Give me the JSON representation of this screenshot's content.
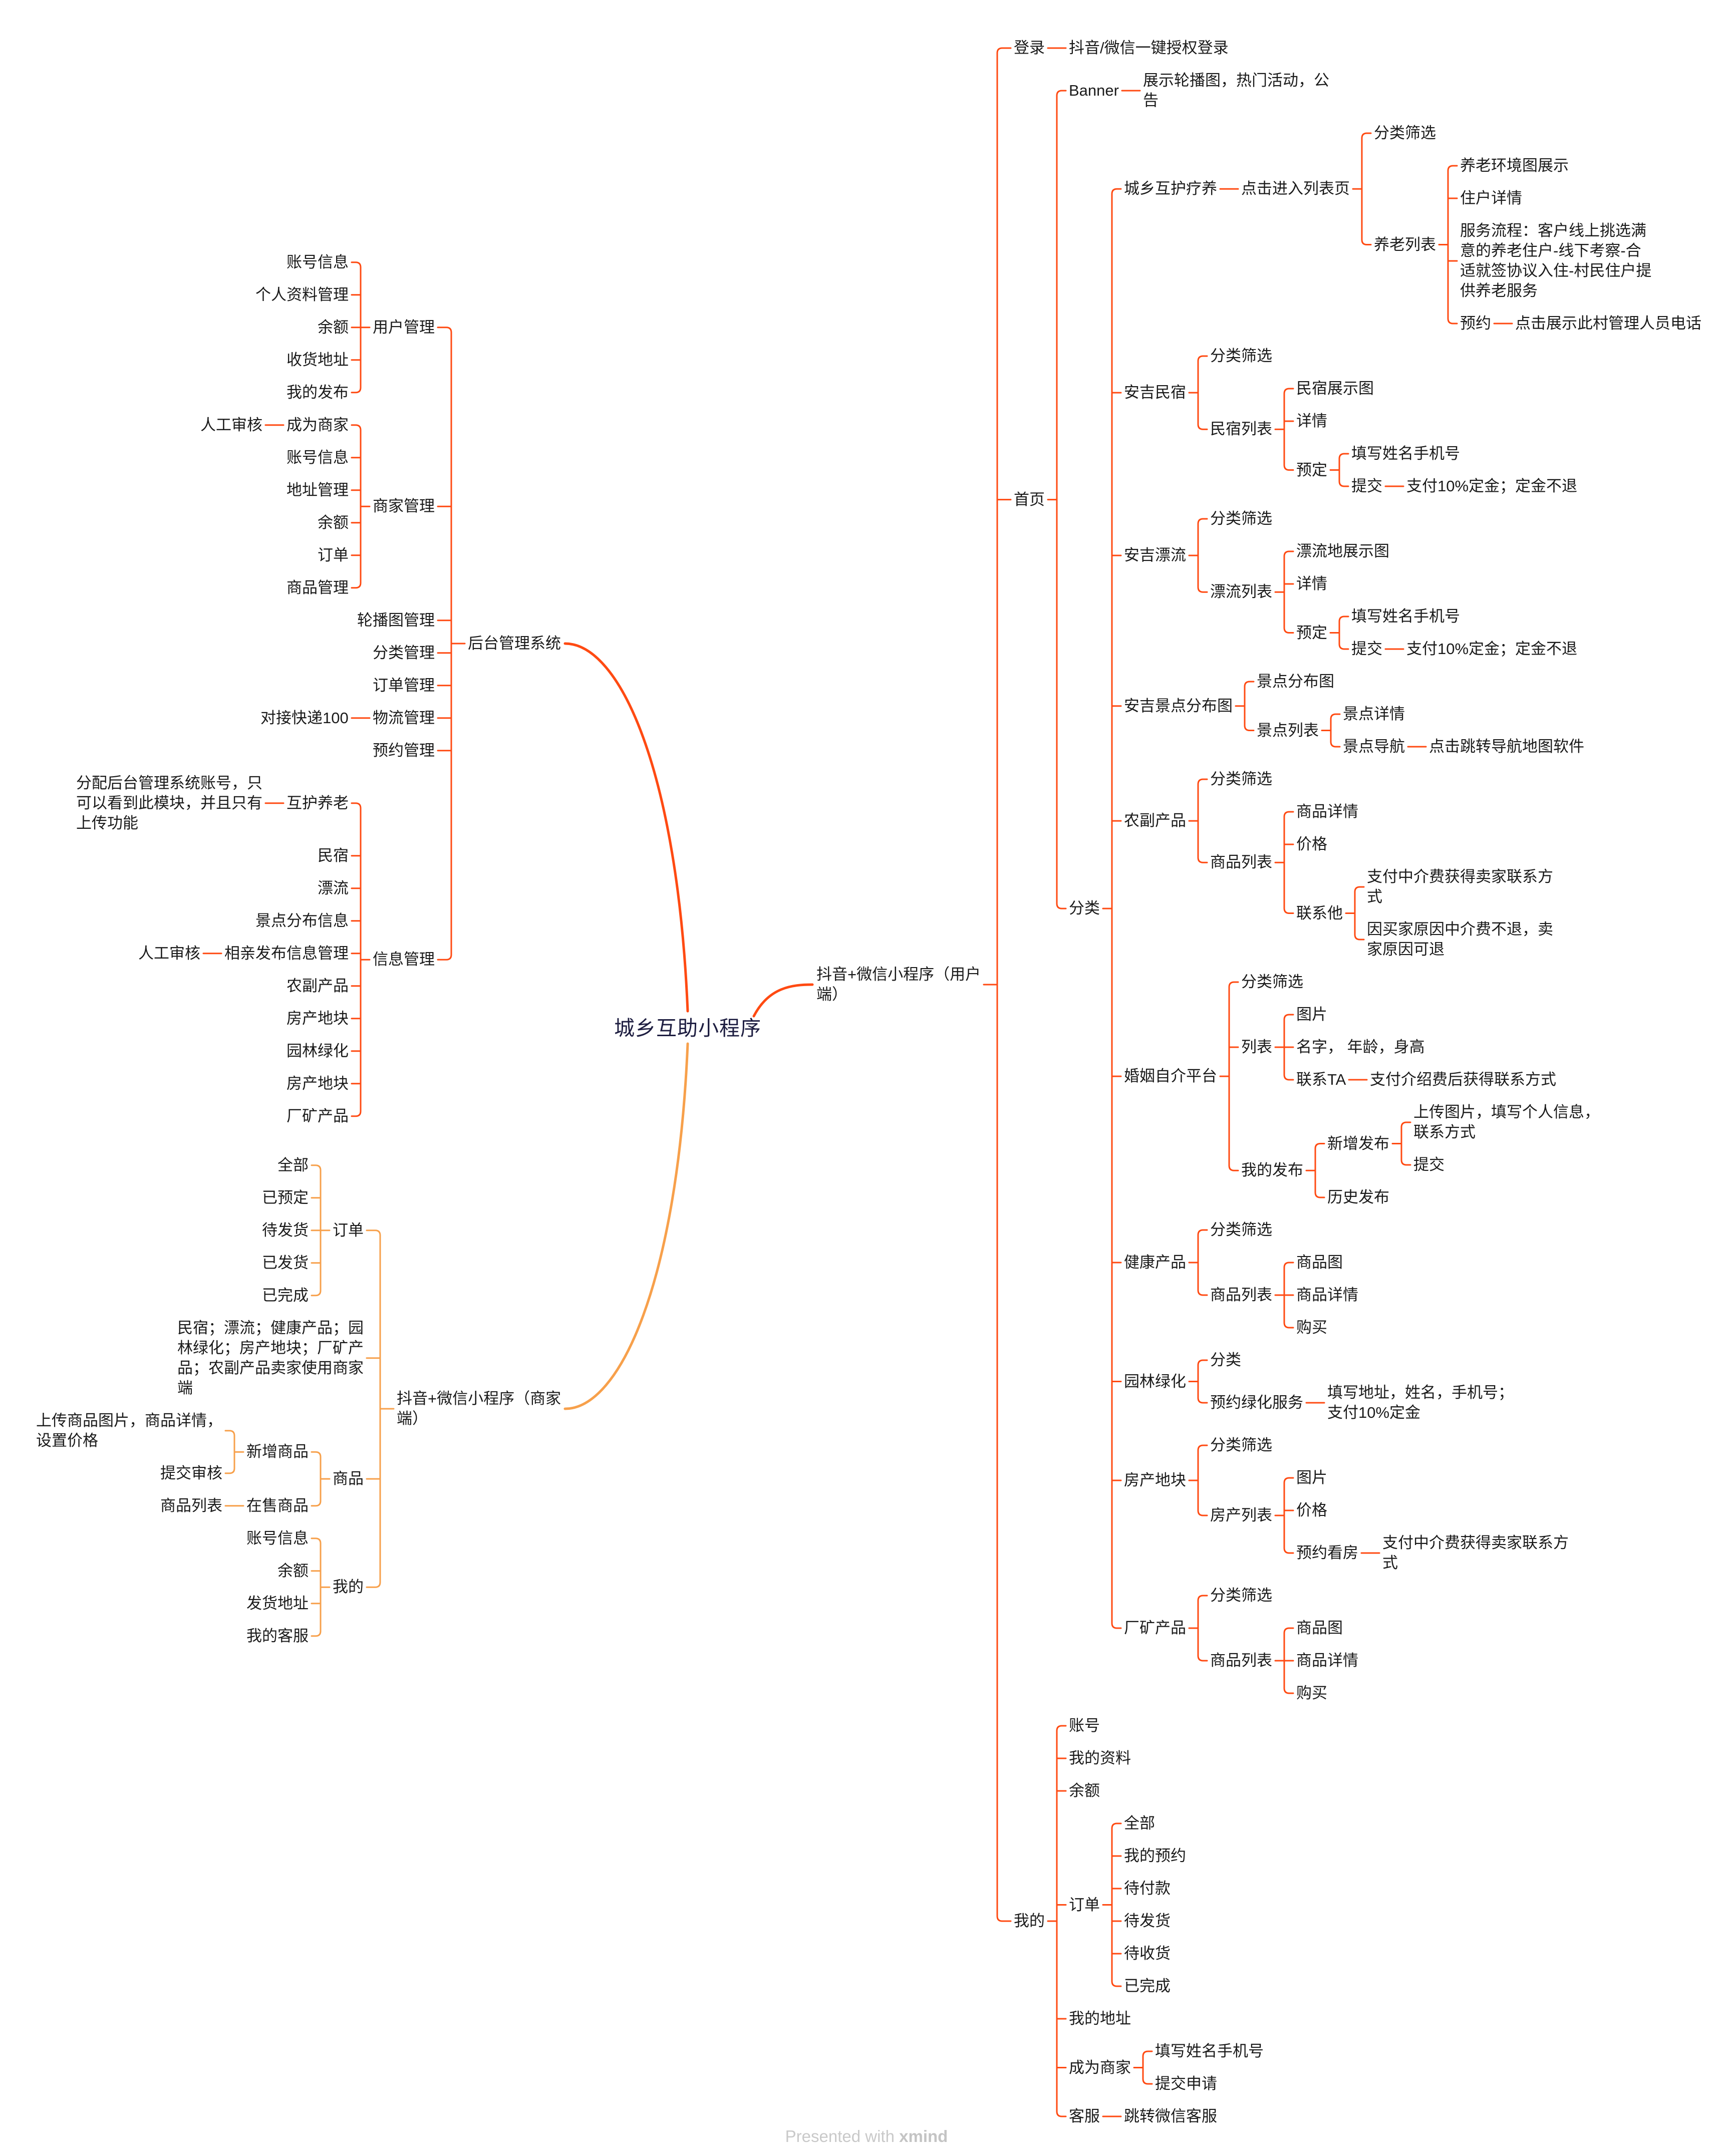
{
  "mindmap": {
    "root": {
      "label": "城乡互助小程序"
    },
    "branches": [
      {
        "label": "抖音+微信小程序（用户\n端）",
        "color": "#FF4A12",
        "children": [
          {
            "label": "登录",
            "children": [
              {
                "label": "抖音/微信一键授权登录"
              }
            ]
          },
          {
            "label": "首页",
            "children": [
              {
                "label": "Banner",
                "children": [
                  {
                    "label": "展示轮播图，热门活动，公\n告"
                  }
                ]
              },
              {
                "label": "分类",
                "children": [
                  {
                    "label": "城乡互护疗养",
                    "children": [
                      {
                        "label": "点击进入列表页",
                        "children": [
                          {
                            "label": "分类筛选"
                          },
                          {
                            "label": "养老列表",
                            "children": [
                              {
                                "label": "养老环境图展示"
                              },
                              {
                                "label": "住户详情"
                              },
                              {
                                "label": "服务流程：客户线上挑选满\n意的养老住户-线下考察-合\n适就签协议入住-村民住户提\n供养老服务"
                              },
                              {
                                "label": "预约",
                                "children": [
                                  {
                                    "label": "点击展示此村管理人员电话"
                                  }
                                ]
                              }
                            ]
                          }
                        ]
                      }
                    ]
                  },
                  {
                    "label": "安吉民宿",
                    "children": [
                      {
                        "label": "分类筛选"
                      },
                      {
                        "label": "民宿列表",
                        "children": [
                          {
                            "label": "民宿展示图"
                          },
                          {
                            "label": "详情"
                          },
                          {
                            "label": "预定",
                            "children": [
                              {
                                "label": "填写姓名手机号"
                              },
                              {
                                "label": "提交",
                                "children": [
                                  {
                                    "label": "支付10%定金；定金不退"
                                  }
                                ]
                              }
                            ]
                          }
                        ]
                      }
                    ]
                  },
                  {
                    "label": "安吉漂流",
                    "children": [
                      {
                        "label": "分类筛选"
                      },
                      {
                        "label": "漂流列表",
                        "children": [
                          {
                            "label": "漂流地展示图"
                          },
                          {
                            "label": "详情"
                          },
                          {
                            "label": "预定",
                            "children": [
                              {
                                "label": "填写姓名手机号"
                              },
                              {
                                "label": "提交",
                                "children": [
                                  {
                                    "label": "支付10%定金；定金不退"
                                  }
                                ]
                              }
                            ]
                          }
                        ]
                      }
                    ]
                  },
                  {
                    "label": "安吉景点分布图",
                    "children": [
                      {
                        "label": "景点分布图"
                      },
                      {
                        "label": "景点列表",
                        "children": [
                          {
                            "label": "景点详情"
                          },
                          {
                            "label": "景点导航",
                            "children": [
                              {
                                "label": "点击跳转导航地图软件"
                              }
                            ]
                          }
                        ]
                      }
                    ]
                  },
                  {
                    "label": "农副产品",
                    "children": [
                      {
                        "label": "分类筛选"
                      },
                      {
                        "label": "商品列表",
                        "children": [
                          {
                            "label": "商品详情"
                          },
                          {
                            "label": "价格"
                          },
                          {
                            "label": "联系他",
                            "children": [
                              {
                                "label": "支付中介费获得卖家联系方\n式"
                              },
                              {
                                "label": "因买家原因中介费不退，卖\n家原因可退"
                              }
                            ]
                          }
                        ]
                      }
                    ]
                  },
                  {
                    "label": "婚姻自介平台",
                    "children": [
                      {
                        "label": "分类筛选"
                      },
                      {
                        "label": "列表",
                        "children": [
                          {
                            "label": "图片"
                          },
                          {
                            "label": "名字， 年龄，身高"
                          },
                          {
                            "label": "联系TA",
                            "children": [
                              {
                                "label": "支付介绍费后获得联系方式"
                              }
                            ]
                          }
                        ]
                      },
                      {
                        "label": "我的发布",
                        "children": [
                          {
                            "label": "新增发布",
                            "children": [
                              {
                                "label": "上传图片，填写个人信息，\n联系方式"
                              },
                              {
                                "label": "提交"
                              }
                            ]
                          },
                          {
                            "label": "历史发布"
                          }
                        ]
                      }
                    ]
                  },
                  {
                    "label": "健康产品",
                    "children": [
                      {
                        "label": "分类筛选"
                      },
                      {
                        "label": "商品列表",
                        "children": [
                          {
                            "label": "商品图"
                          },
                          {
                            "label": "商品详情"
                          },
                          {
                            "label": "购买"
                          }
                        ]
                      }
                    ]
                  },
                  {
                    "label": "园林绿化",
                    "children": [
                      {
                        "label": "分类"
                      },
                      {
                        "label": "预约绿化服务",
                        "children": [
                          {
                            "label": "填写地址，姓名，手机号；\n支付10%定金"
                          }
                        ]
                      }
                    ]
                  },
                  {
                    "label": "房产地块",
                    "children": [
                      {
                        "label": "分类筛选"
                      },
                      {
                        "label": "房产列表",
                        "children": [
                          {
                            "label": "图片"
                          },
                          {
                            "label": "价格"
                          },
                          {
                            "label": "预约看房",
                            "children": [
                              {
                                "label": "支付中介费获得卖家联系方\n式"
                              }
                            ]
                          }
                        ]
                      }
                    ]
                  },
                  {
                    "label": "厂矿产品",
                    "children": [
                      {
                        "label": "分类筛选"
                      },
                      {
                        "label": "商品列表",
                        "children": [
                          {
                            "label": "商品图"
                          },
                          {
                            "label": "商品详情"
                          },
                          {
                            "label": "购买"
                          }
                        ]
                      }
                    ]
                  }
                ]
              }
            ]
          },
          {
            "label": "我的",
            "children": [
              {
                "label": "账号"
              },
              {
                "label": "我的资料"
              },
              {
                "label": "余额"
              },
              {
                "label": "订单",
                "children": [
                  {
                    "label": "全部"
                  },
                  {
                    "label": "我的预约"
                  },
                  {
                    "label": "待付款"
                  },
                  {
                    "label": "待发货"
                  },
                  {
                    "label": "待收货"
                  },
                  {
                    "label": "已完成"
                  }
                ]
              },
              {
                "label": "我的地址"
              },
              {
                "label": "成为商家",
                "children": [
                  {
                    "label": "填写姓名手机号"
                  },
                  {
                    "label": "提交申请"
                  }
                ]
              },
              {
                "label": "客服",
                "children": [
                  {
                    "label": "跳转微信客服"
                  }
                ]
              }
            ]
          }
        ]
      },
      {
        "label": "后台管理系统",
        "color": "#FF4A12",
        "children": [
          {
            "label": "用户管理",
            "children": [
              {
                "label": "账号信息"
              },
              {
                "label": "个人资料管理"
              },
              {
                "label": "余额"
              },
              {
                "label": "收货地址"
              },
              {
                "label": "我的发布"
              }
            ]
          },
          {
            "label": "商家管理",
            "children": [
              {
                "label": "成为商家",
                "children": [
                  {
                    "label": "人工审核"
                  }
                ]
              },
              {
                "label": "账号信息"
              },
              {
                "label": "地址管理"
              },
              {
                "label": "余额"
              },
              {
                "label": "订单"
              },
              {
                "label": "商品管理"
              }
            ]
          },
          {
            "label": "轮播图管理"
          },
          {
            "label": "分类管理"
          },
          {
            "label": "订单管理"
          },
          {
            "label": "物流管理",
            "children": [
              {
                "label": "对接快递100"
              }
            ]
          },
          {
            "label": "预约管理"
          },
          {
            "label": "信息管理",
            "children": [
              {
                "label": "互护养老",
                "children": [
                  {
                    "label": "分配后台管理系统账号，只\n可以看到此模块，并且只有\n上传功能"
                  }
                ]
              },
              {
                "label": "民宿"
              },
              {
                "label": "漂流"
              },
              {
                "label": "景点分布信息"
              },
              {
                "label": "相亲发布信息管理",
                "children": [
                  {
                    "label": "人工审核"
                  }
                ]
              },
              {
                "label": "农副产品"
              },
              {
                "label": "房产地块"
              },
              {
                "label": "园林绿化"
              },
              {
                "label": "房产地块"
              },
              {
                "label": "厂矿产品"
              }
            ]
          }
        ]
      },
      {
        "label": "抖音+微信小程序（商家\n端）",
        "color": "#F7A04B",
        "children": [
          {
            "label": "订单",
            "children": [
              {
                "label": "全部"
              },
              {
                "label": "已预定"
              },
              {
                "label": "待发货"
              },
              {
                "label": "已发货"
              },
              {
                "label": "已完成"
              }
            ]
          },
          {
            "label": "民宿；漂流；健康产品；园\n林绿化；房产地块；厂矿产\n品；农副产品卖家使用商家\n端"
          },
          {
            "label": "商品",
            "children": [
              {
                "label": "新增商品",
                "children": [
                  {
                    "label": "上传商品图片，商品详情，\n设置价格"
                  },
                  {
                    "label": "提交审核"
                  }
                ]
              },
              {
                "label": "在售商品",
                "children": [
                  {
                    "label": "商品列表"
                  }
                ]
              }
            ]
          },
          {
            "label": "我的",
            "children": [
              {
                "label": "账号信息"
              },
              {
                "label": "余额"
              },
              {
                "label": "发货地址"
              },
              {
                "label": "我的客服"
              }
            ]
          }
        ]
      }
    ]
  },
  "footer": {
    "prefix": "Presented with ",
    "brand": "xmind"
  }
}
